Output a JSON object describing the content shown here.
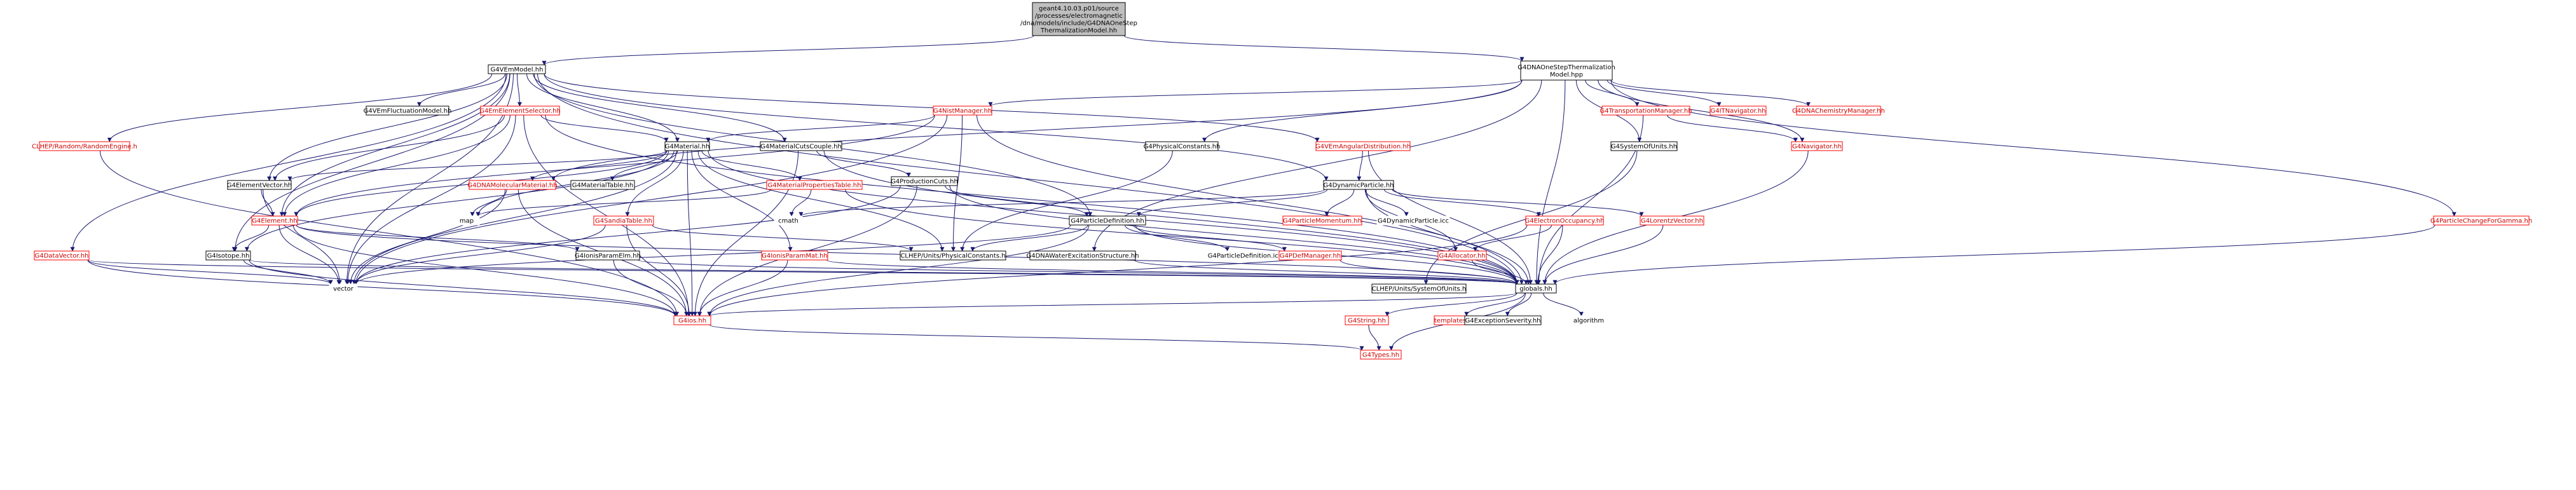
{
  "colors": {
    "edge": "#191970",
    "root_fill": "#bfbfbf",
    "border_black": "#000000",
    "border_red": "#ff0000",
    "node_fill": "#ffffff",
    "text_black": "#000000",
    "text_red": "#cc0000"
  },
  "graph": {
    "nodes": [
      {
        "id": "root",
        "lines": [
          "geant4.10.03.p01/source",
          "/processes/electromagnetic",
          "/dna/models/include/G4DNAOneStep",
          "ThermalizationModel.hh"
        ],
        "style": "root"
      },
      {
        "id": "vemmodel",
        "lines": [
          "G4VEmModel.hh"
        ],
        "style": "normal"
      },
      {
        "id": "dnaonestep",
        "lines": [
          "G4DNAOneStepThermalization",
          "Model.hpp"
        ],
        "style": "normal"
      },
      {
        "id": "vemfluct",
        "lines": [
          "G4VEmFluctuationModel.hh"
        ],
        "style": "normal"
      },
      {
        "id": "emelemsel",
        "lines": [
          "G4EmElementSelector.hh"
        ],
        "style": "broken"
      },
      {
        "id": "nistmgr",
        "lines": [
          "G4NistManager.hh"
        ],
        "style": "broken"
      },
      {
        "id": "transmgr",
        "lines": [
          "G4TransportationManager.hh"
        ],
        "style": "broken"
      },
      {
        "id": "itnav",
        "lines": [
          "G4ITNavigator.hh"
        ],
        "style": "broken"
      },
      {
        "id": "dnachem",
        "lines": [
          "G4DNAChemistryManager.hh"
        ],
        "style": "broken"
      },
      {
        "id": "randeng",
        "lines": [
          "CLHEP/Random/RandomEngine.h"
        ],
        "style": "broken"
      },
      {
        "id": "material",
        "lines": [
          "G4Material.hh"
        ],
        "style": "normal"
      },
      {
        "id": "matcuts",
        "lines": [
          "G4MaterialCutsCouple.hh"
        ],
        "style": "normal"
      },
      {
        "id": "physconst",
        "lines": [
          "G4PhysicalConstants.hh"
        ],
        "style": "normal"
      },
      {
        "id": "vemang",
        "lines": [
          "G4VEmAngularDistribution.hh"
        ],
        "style": "broken"
      },
      {
        "id": "sysunits",
        "lines": [
          "G4SystemOfUnits.hh"
        ],
        "style": "normal"
      },
      {
        "id": "navigator",
        "lines": [
          "G4Navigator.hh"
        ],
        "style": "broken"
      },
      {
        "id": "elemvec",
        "lines": [
          "G4ElementVector.hh"
        ],
        "style": "normal"
      },
      {
        "id": "mattable",
        "lines": [
          "G4MaterialTable.hh"
        ],
        "style": "normal"
      },
      {
        "id": "dnamol",
        "lines": [
          "G4DNAMolecularMaterial.hh"
        ],
        "style": "broken"
      },
      {
        "id": "matprop",
        "lines": [
          "G4MaterialPropertiesTable.hh"
        ],
        "style": "broken"
      },
      {
        "id": "prodcuts",
        "lines": [
          "G4ProductionCuts.hh"
        ],
        "style": "normal"
      },
      {
        "id": "dynpart",
        "lines": [
          "G4DynamicParticle.hh"
        ],
        "style": "normal"
      },
      {
        "id": "element",
        "lines": [
          "G4Element.hh"
        ],
        "style": "broken"
      },
      {
        "id": "map",
        "lines": [
          "map"
        ],
        "style": "plain"
      },
      {
        "id": "sandia",
        "lines": [
          "G4SandiaTable.hh"
        ],
        "style": "broken"
      },
      {
        "id": "cmath",
        "lines": [
          "cmath"
        ],
        "style": "plain"
      },
      {
        "id": "partdef",
        "lines": [
          "G4ParticleDefinition.hh"
        ],
        "style": "normal"
      },
      {
        "id": "partmom",
        "lines": [
          "G4ParticleMomentum.hh"
        ],
        "style": "broken"
      },
      {
        "id": "dynpicc",
        "lines": [
          "G4DynamicParticle.icc"
        ],
        "style": "plain"
      },
      {
        "id": "elecocc",
        "lines": [
          "G4ElectronOccupancy.hh"
        ],
        "style": "broken"
      },
      {
        "id": "lorentz",
        "lines": [
          "G4LorentzVector.hh"
        ],
        "style": "broken"
      },
      {
        "id": "datavec",
        "lines": [
          "G4DataVector.hh"
        ],
        "style": "broken"
      },
      {
        "id": "isotope",
        "lines": [
          "G4Isotope.hh"
        ],
        "style": "normal"
      },
      {
        "id": "ionisparam",
        "lines": [
          "G4IonisParamElm.hh"
        ],
        "style": "normal"
      },
      {
        "id": "ionismat",
        "lines": [
          "G4IonisParamMat.hh"
        ],
        "style": "broken"
      },
      {
        "id": "clhepphys",
        "lines": [
          "CLHEP/Units/PhysicalConstants.h"
        ],
        "style": "normal"
      },
      {
        "id": "dnawater",
        "lines": [
          "G4DNAWaterExcitationStructure.hh"
        ],
        "style": "normal"
      },
      {
        "id": "partdeficc",
        "lines": [
          "G4ParticleDefinition.icc"
        ],
        "style": "plain"
      },
      {
        "id": "pdefmgr",
        "lines": [
          "G4PDefManager.hh"
        ],
        "style": "broken"
      },
      {
        "id": "allocator",
        "lines": [
          "G4Allocator.hh"
        ],
        "style": "broken"
      },
      {
        "id": "partchg",
        "lines": [
          "G4ParticleChangeForGamma.hh"
        ],
        "style": "broken"
      },
      {
        "id": "vector",
        "lines": [
          "vector"
        ],
        "style": "plain"
      },
      {
        "id": "clhepunits",
        "lines": [
          "CLHEP/Units/SystemOfUnits.h"
        ],
        "style": "normal"
      },
      {
        "id": "globals",
        "lines": [
          "globals.hh"
        ],
        "style": "normal"
      },
      {
        "id": "g4ios",
        "lines": [
          "G4ios.hh"
        ],
        "style": "broken"
      },
      {
        "id": "g4string",
        "lines": [
          "G4String.hh"
        ],
        "style": "broken"
      },
      {
        "id": "templates",
        "lines": [
          "templates.hh"
        ],
        "style": "broken"
      },
      {
        "id": "exception",
        "lines": [
          "G4ExceptionSeverity.hh"
        ],
        "style": "normal"
      },
      {
        "id": "algorithm",
        "lines": [
          "algorithm"
        ],
        "style": "plain"
      },
      {
        "id": "g4types",
        "lines": [
          "G4Types.hh"
        ],
        "style": "broken"
      }
    ],
    "edges": [
      [
        "root",
        "vemmodel"
      ],
      [
        "root",
        "dnaonestep"
      ],
      [
        "vemmodel",
        "vemfluct"
      ],
      [
        "vemmodel",
        "emelemsel"
      ],
      [
        "vemmodel",
        "randeng"
      ],
      [
        "vemmodel",
        "material"
      ],
      [
        "vemmodel",
        "matcuts"
      ],
      [
        "vemmodel",
        "vemang"
      ],
      [
        "vemmodel",
        "elemvec"
      ],
      [
        "vemmodel",
        "element"
      ],
      [
        "vemmodel",
        "dynpart"
      ],
      [
        "vemmodel",
        "partdef"
      ],
      [
        "vemmodel",
        "datavec"
      ],
      [
        "vemmodel",
        "vector"
      ],
      [
        "vemmodel",
        "globals"
      ],
      [
        "vemmodel",
        "isotope"
      ],
      [
        "dnaonestep",
        "nistmgr"
      ],
      [
        "dnaonestep",
        "transmgr"
      ],
      [
        "dnaonestep",
        "itnav"
      ],
      [
        "dnaonestep",
        "dnachem"
      ],
      [
        "dnaonestep",
        "navigator"
      ],
      [
        "dnaonestep",
        "physconst"
      ],
      [
        "dnaonestep",
        "sysunits"
      ],
      [
        "dnaonestep",
        "dnamol"
      ],
      [
        "dnaonestep",
        "dnawater"
      ],
      [
        "dnaonestep",
        "partchg"
      ],
      [
        "dnaonestep",
        "globals"
      ],
      [
        "emelemsel",
        "material"
      ],
      [
        "emelemsel",
        "elemvec"
      ],
      [
        "emelemsel",
        "element"
      ],
      [
        "emelemsel",
        "vector"
      ],
      [
        "emelemsel",
        "globals"
      ],
      [
        "emelemsel",
        "g4ios"
      ],
      [
        "nistmgr",
        "material"
      ],
      [
        "nistmgr",
        "element"
      ],
      [
        "nistmgr",
        "clhepphys"
      ],
      [
        "nistmgr",
        "vector"
      ],
      [
        "nistmgr",
        "globals"
      ],
      [
        "transmgr",
        "navigator"
      ],
      [
        "transmgr",
        "globals"
      ],
      [
        "randeng",
        "g4ios"
      ],
      [
        "material",
        "elemvec"
      ],
      [
        "material",
        "mattable"
      ],
      [
        "material",
        "dnamol"
      ],
      [
        "material",
        "matprop"
      ],
      [
        "material",
        "element"
      ],
      [
        "material",
        "map"
      ],
      [
        "material",
        "sandia"
      ],
      [
        "material",
        "ionismat"
      ],
      [
        "material",
        "isotope"
      ],
      [
        "material",
        "vector"
      ],
      [
        "material",
        "globals"
      ],
      [
        "material",
        "g4ios"
      ],
      [
        "material",
        "clhepphys"
      ],
      [
        "matcuts",
        "prodcuts"
      ],
      [
        "matcuts",
        "g4ios"
      ],
      [
        "matcuts",
        "globals"
      ],
      [
        "physconst",
        "clhepphys"
      ],
      [
        "vemang",
        "dynpart"
      ],
      [
        "vemang",
        "globals"
      ],
      [
        "sysunits",
        "clhepunits"
      ],
      [
        "navigator",
        "globals"
      ],
      [
        "elemvec",
        "element"
      ],
      [
        "elemvec",
        "vector"
      ],
      [
        "dnamol",
        "map"
      ],
      [
        "dnamol",
        "vector"
      ],
      [
        "dnamol",
        "g4ios"
      ],
      [
        "matprop",
        "map"
      ],
      [
        "matprop",
        "cmath"
      ],
      [
        "matprop",
        "globals"
      ],
      [
        "prodcuts",
        "partdef"
      ],
      [
        "prodcuts",
        "globals"
      ],
      [
        "prodcuts",
        "g4ios"
      ],
      [
        "prodcuts",
        "vector"
      ],
      [
        "dynpart",
        "partdef"
      ],
      [
        "dynpart",
        "partmom"
      ],
      [
        "dynpart",
        "dynpicc"
      ],
      [
        "dynpart",
        "elecocc"
      ],
      [
        "dynpart",
        "lorentz"
      ],
      [
        "dynpart",
        "allocator"
      ],
      [
        "dynpart",
        "globals"
      ],
      [
        "dynpart",
        "cmath"
      ],
      [
        "element",
        "isotope"
      ],
      [
        "element",
        "ionisparam"
      ],
      [
        "element",
        "vector"
      ],
      [
        "element",
        "globals"
      ],
      [
        "element",
        "g4ios"
      ],
      [
        "sandia",
        "clhepphys"
      ],
      [
        "sandia",
        "g4ios"
      ],
      [
        "sandia",
        "vector"
      ],
      [
        "partdef",
        "clhepphys"
      ],
      [
        "partdef",
        "partdeficc"
      ],
      [
        "partdef",
        "pdefmgr"
      ],
      [
        "partdef",
        "g4ios"
      ],
      [
        "partdef",
        "globals"
      ],
      [
        "partdef",
        "vector"
      ],
      [
        "elecocc",
        "allocator"
      ],
      [
        "elecocc",
        "globals"
      ],
      [
        "elecocc",
        "g4ios"
      ],
      [
        "lorentz",
        "globals"
      ],
      [
        "datavec",
        "vector"
      ],
      [
        "datavec",
        "g4ios"
      ],
      [
        "datavec",
        "globals"
      ],
      [
        "isotope",
        "g4ios"
      ],
      [
        "isotope",
        "vector"
      ],
      [
        "isotope",
        "globals"
      ],
      [
        "ionisparam",
        "globals"
      ],
      [
        "ionisparam",
        "g4ios"
      ],
      [
        "ionismat",
        "g4ios"
      ],
      [
        "ionismat",
        "globals"
      ],
      [
        "dnawater",
        "globals"
      ],
      [
        "pdefmgr",
        "globals"
      ],
      [
        "partchg",
        "globals"
      ],
      [
        "allocator",
        "globals"
      ],
      [
        "globals",
        "g4ios"
      ],
      [
        "globals",
        "g4string"
      ],
      [
        "globals",
        "templates"
      ],
      [
        "globals",
        "exception"
      ],
      [
        "globals",
        "algorithm"
      ],
      [
        "globals",
        "g4types"
      ],
      [
        "g4ios",
        "g4types"
      ],
      [
        "g4string",
        "g4types"
      ]
    ]
  }
}
